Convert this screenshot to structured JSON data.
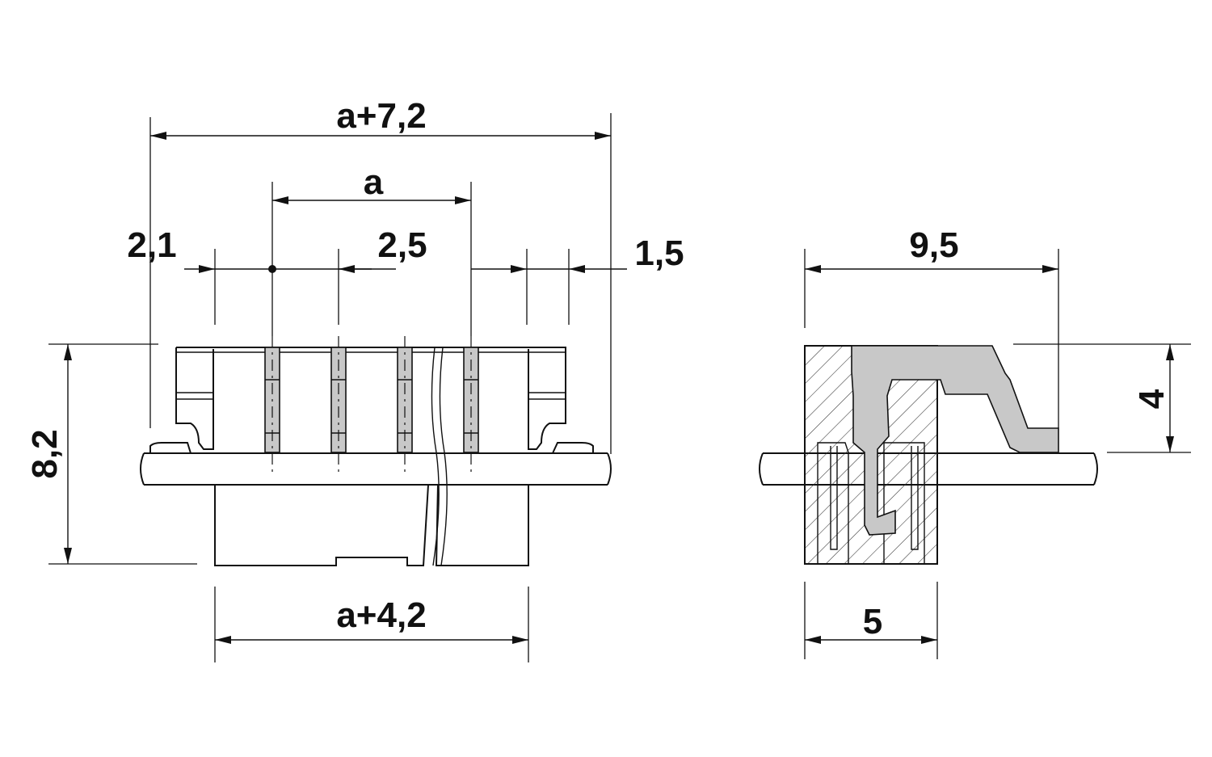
{
  "dimensions": {
    "overall_width": "a+7,2",
    "pitch": "a",
    "left_offset": "2,1",
    "pin_spacing": "2,5",
    "right_offset": "1,5",
    "bottom_width": "a+4,2",
    "height": "8,2",
    "side_depth": "9,5",
    "side_height": "4",
    "side_width": "5"
  },
  "colors": {
    "line": "#111111",
    "pin_fill": "#c8c8c8",
    "background": "#ffffff"
  }
}
